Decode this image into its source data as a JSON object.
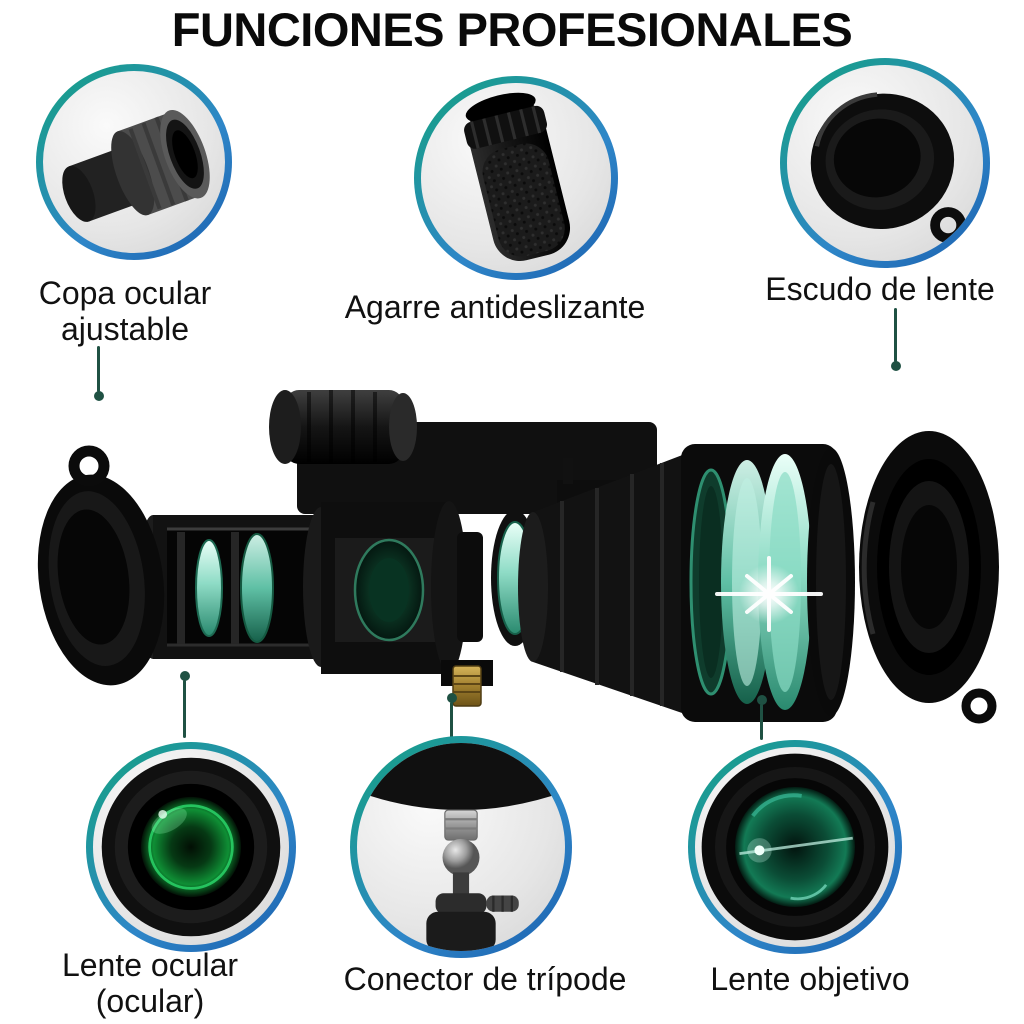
{
  "page": {
    "title": "FUNCIONES PROFESIONALES"
  },
  "colors": {
    "ring_gradient_start": "#16a085",
    "ring_gradient_end": "#1b5fae",
    "connector_green": "#1f5143",
    "lens_glass_teal": "#5fc0a5",
    "title_color": "#0a0a0a"
  },
  "features": [
    {
      "id": "copa-ocular",
      "label": "Copa ocular ajustable",
      "icon": "eyecup-photo"
    },
    {
      "id": "agarre",
      "label": "Agarre antideslizante",
      "icon": "grip-photo"
    },
    {
      "id": "escudo-lente",
      "label": "Escudo de lente",
      "icon": "lens-cap-photo"
    },
    {
      "id": "lente-ocular",
      "label": "Lente ocular (ocular)",
      "icon": "ocular-lens-photo"
    },
    {
      "id": "conector-tripode",
      "label": "Conector de trípode",
      "icon": "tripod-head-photo"
    },
    {
      "id": "lente-objetivo",
      "label": "Lente objetivo",
      "icon": "objective-lens-photo"
    }
  ],
  "hero": {
    "subject": "monocular-exploded-view"
  }
}
